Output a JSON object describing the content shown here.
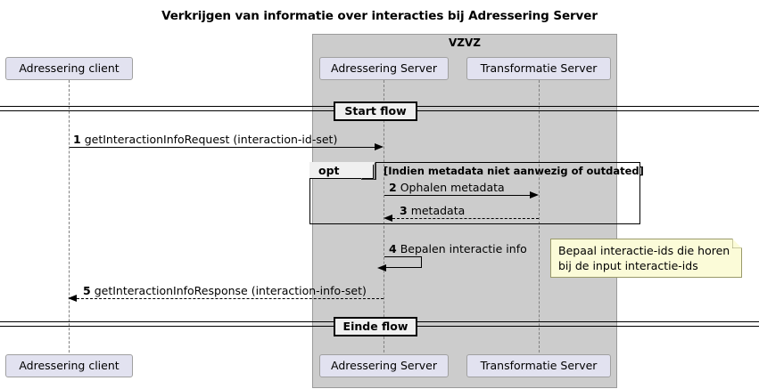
{
  "diagram": {
    "title": "Verkrijgen van informatie over interacties bij Adressering Server",
    "type": "uml-sequence-diagram"
  },
  "group": {
    "label": "VZVZ",
    "fill_color": "#cccccc"
  },
  "participants": [
    {
      "id": "client",
      "label": "Adressering client",
      "in_group": false
    },
    {
      "id": "adressering_server",
      "label": "Adressering Server",
      "in_group": true
    },
    {
      "id": "transformatie_server",
      "label": "Transformatie Server",
      "in_group": true
    }
  ],
  "participants_bottom": [
    {
      "id": "client",
      "label": "Adressering client"
    },
    {
      "id": "adressering_server",
      "label": "Adressering Server"
    },
    {
      "id": "transformatie_server",
      "label": "Transformatie Server"
    }
  ],
  "dividers": {
    "start": "Start flow",
    "end": "Einde flow"
  },
  "fragment": {
    "operator": "opt",
    "guard": "[Indien metadata niet aanwezig of outdated]"
  },
  "messages": [
    {
      "number": "1",
      "text": "getInteractionInfoRequest (interaction-id-set)",
      "from": "client",
      "to": "adressering_server",
      "style": "solid",
      "direction": "right"
    },
    {
      "number": "2",
      "text": "Ophalen metadata",
      "from": "adressering_server",
      "to": "transformatie_server",
      "style": "solid",
      "direction": "right"
    },
    {
      "number": "3",
      "text": "metadata",
      "from": "transformatie_server",
      "to": "adressering_server",
      "style": "dashed",
      "direction": "left"
    },
    {
      "number": "4",
      "text": "Bepalen interactie info",
      "from": "adressering_server",
      "to": "adressering_server",
      "style": "solid",
      "direction": "self"
    },
    {
      "number": "5",
      "text": "getInteractionInfoResponse (interaction-info-set)",
      "from": "adressering_server",
      "to": "client",
      "style": "dashed",
      "direction": "left"
    }
  ],
  "notes": [
    {
      "id": "note-bepaal",
      "line1": "Bepaal interactie-ids die horen",
      "line2": "bij de input interactie-ids",
      "attached_to": "4",
      "fill_color": "#fbfbd8"
    }
  ],
  "colors": {
    "participant_fill": "#e2e2f0",
    "participant_border": "#a0a0a0",
    "group_fill": "#cccccc",
    "note_fill": "#fbfbd8",
    "line": "#000000"
  }
}
